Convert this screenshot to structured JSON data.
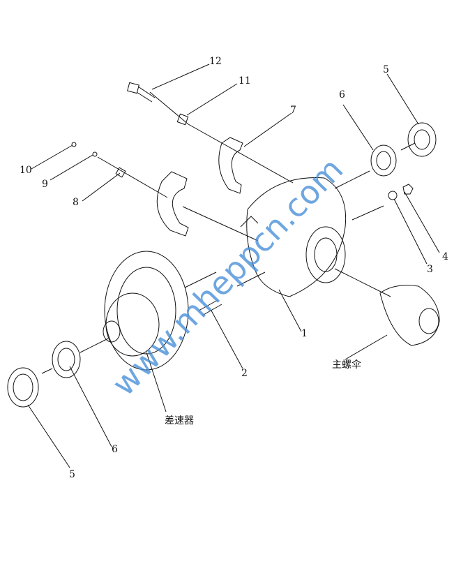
{
  "labels": {
    "l12": "12",
    "l11": "11",
    "l7": "7",
    "l6a": "6",
    "l5a": "5",
    "l10": "10",
    "l9": "9",
    "l8": "8",
    "l4": "4",
    "l3": "3",
    "l1": "1",
    "l2": "2",
    "main_bevel": "主螺伞",
    "differential": "差速器",
    "l6b": "6",
    "l5b": "5"
  },
  "watermark": "www.mheppcn.com"
}
